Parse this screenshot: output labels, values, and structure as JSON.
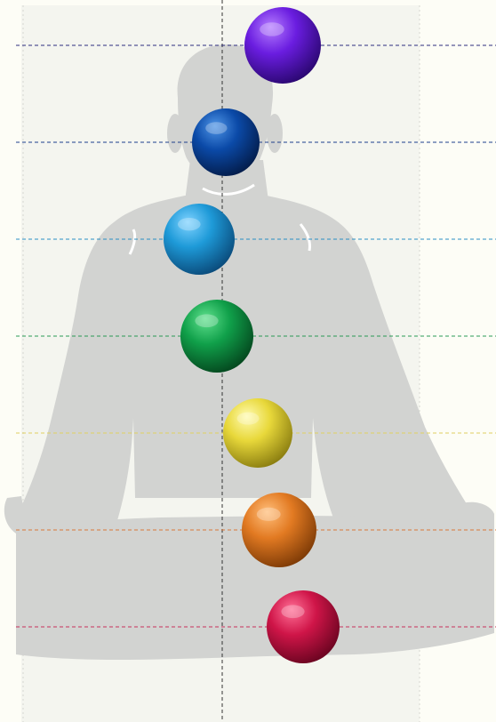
{
  "background": {
    "page_color": "#fdfdf6",
    "panel_color": "#f4f5ef",
    "panel_border": "#d6d8d0"
  },
  "silhouette": {
    "name": "seated-meditation-silhouette",
    "color": "#d2d3d1",
    "accent": "#ffffff"
  },
  "guides": {
    "vertical_color": "#333333",
    "dash": "4 3"
  },
  "chakras": [
    {
      "name": "chakra-crown-violet",
      "base": "#6a1de0",
      "highlight": "#b57cff",
      "shade": "#2a0770",
      "line": "#2d2d7f"
    },
    {
      "name": "chakra-third-eye-indigo",
      "base": "#0b4aa8",
      "highlight": "#4f95e6",
      "shade": "#031c4a",
      "line": "#1d3f8c"
    },
    {
      "name": "chakra-throat-blue",
      "base": "#1e9ad8",
      "highlight": "#7fd2ff",
      "shade": "#0a4a7a",
      "line": "#2a8fc4"
    },
    {
      "name": "chakra-heart-green",
      "base": "#10a04a",
      "highlight": "#5fe08d",
      "shade": "#04471e",
      "line": "#2a9a55"
    },
    {
      "name": "chakra-solar-plexus-yellow",
      "base": "#e8d83a",
      "highlight": "#fffbb0",
      "shade": "#8a7d10",
      "line": "#e0d060"
    },
    {
      "name": "chakra-sacral-orange",
      "base": "#e27a22",
      "highlight": "#ffbe7a",
      "shade": "#7d3a06",
      "line": "#d97a3a"
    },
    {
      "name": "chakra-root-red",
      "base": "#cf1548",
      "highlight": "#ff6f96",
      "shade": "#6a0420",
      "line": "#c8305a"
    }
  ]
}
